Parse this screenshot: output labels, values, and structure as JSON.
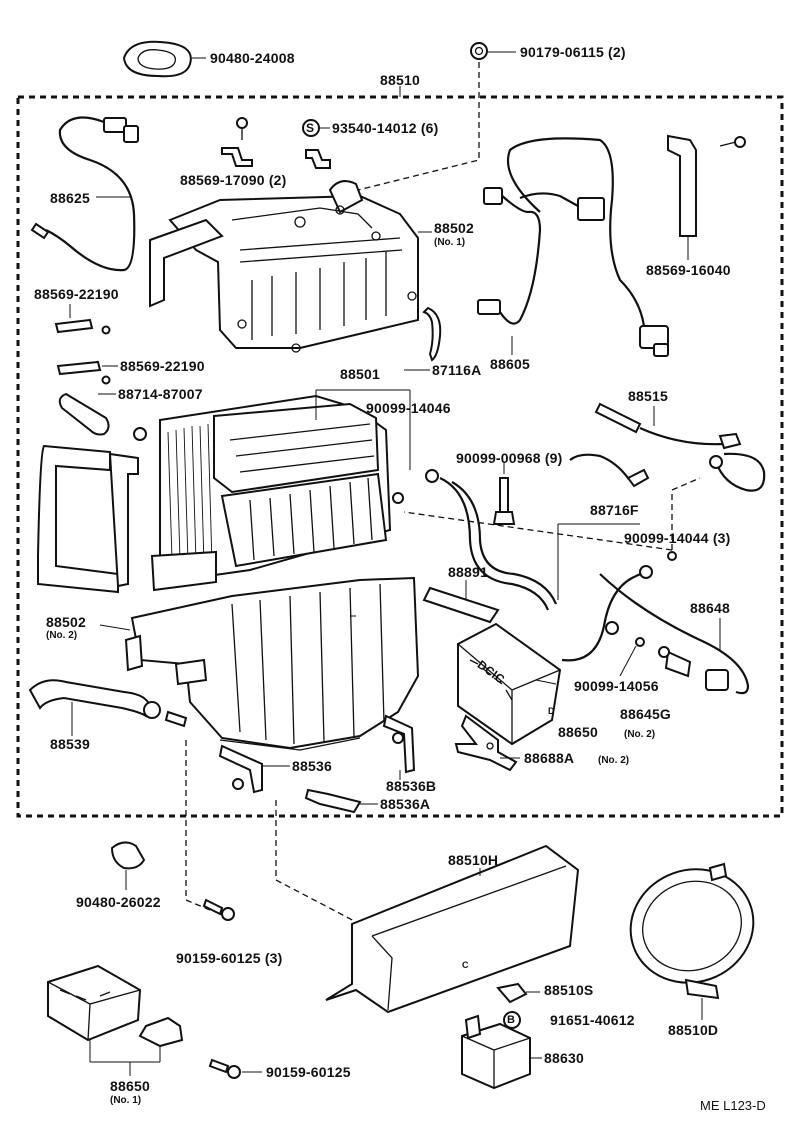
{
  "parts": {
    "p90480_24008": "90480-24008",
    "p90179_06115": "90179-06115 (2)",
    "p88510": "88510",
    "p93540": "93540-14012 (6)",
    "s_symbol": "S",
    "p88625": "88625",
    "p88569_17090": "88569-17090 (2)",
    "p88502_1": "88502",
    "p88502_1_sub": "(No. 1)",
    "p88569_16040": "88569-16040",
    "p88569_22190_a": "88569-22190",
    "p88569_22190_b": "88569-22190",
    "p88714": "88714-87007",
    "p87116A": "87116A",
    "p88605": "88605",
    "p88501": "88501",
    "p90099_14046": "90099-14046",
    "p88515": "88515",
    "p90099_00968": "90099-00968 (9)",
    "p88716F": "88716F",
    "p90099_14044": "90099-14044 (3)",
    "p88891": "88891",
    "p88648": "88648",
    "p88502_2": "88502",
    "p88502_2_sub": "(No. 2)",
    "p90099_14056": "90099-14056",
    "p88645G": "88645G",
    "p88650_2": "88650",
    "p88650_2_sub": "(No. 2)",
    "p88539": "88539",
    "p88688A": "88688A",
    "p88688A_sub": "(No. 2)",
    "p88536": "88536",
    "p88536B": "88536B",
    "p88536A": "88536A",
    "p88510H": "88510H",
    "p90480_26022": "90480-26022",
    "p90159_60125_3": "90159-60125 (3)",
    "p88510S": "88510S",
    "b_symbol": "B",
    "p91651": "91651-40612",
    "p88510D": "88510D",
    "p88630": "88630",
    "p88650_1": "88650",
    "p88650_1_sub": "(No. 1)",
    "p90159_60125": "90159-60125",
    "chip_text": "D",
    "chip_text2": "C",
    "relay_letters": "DCIC"
  },
  "footer": {
    "code": "ME  L123-D"
  }
}
